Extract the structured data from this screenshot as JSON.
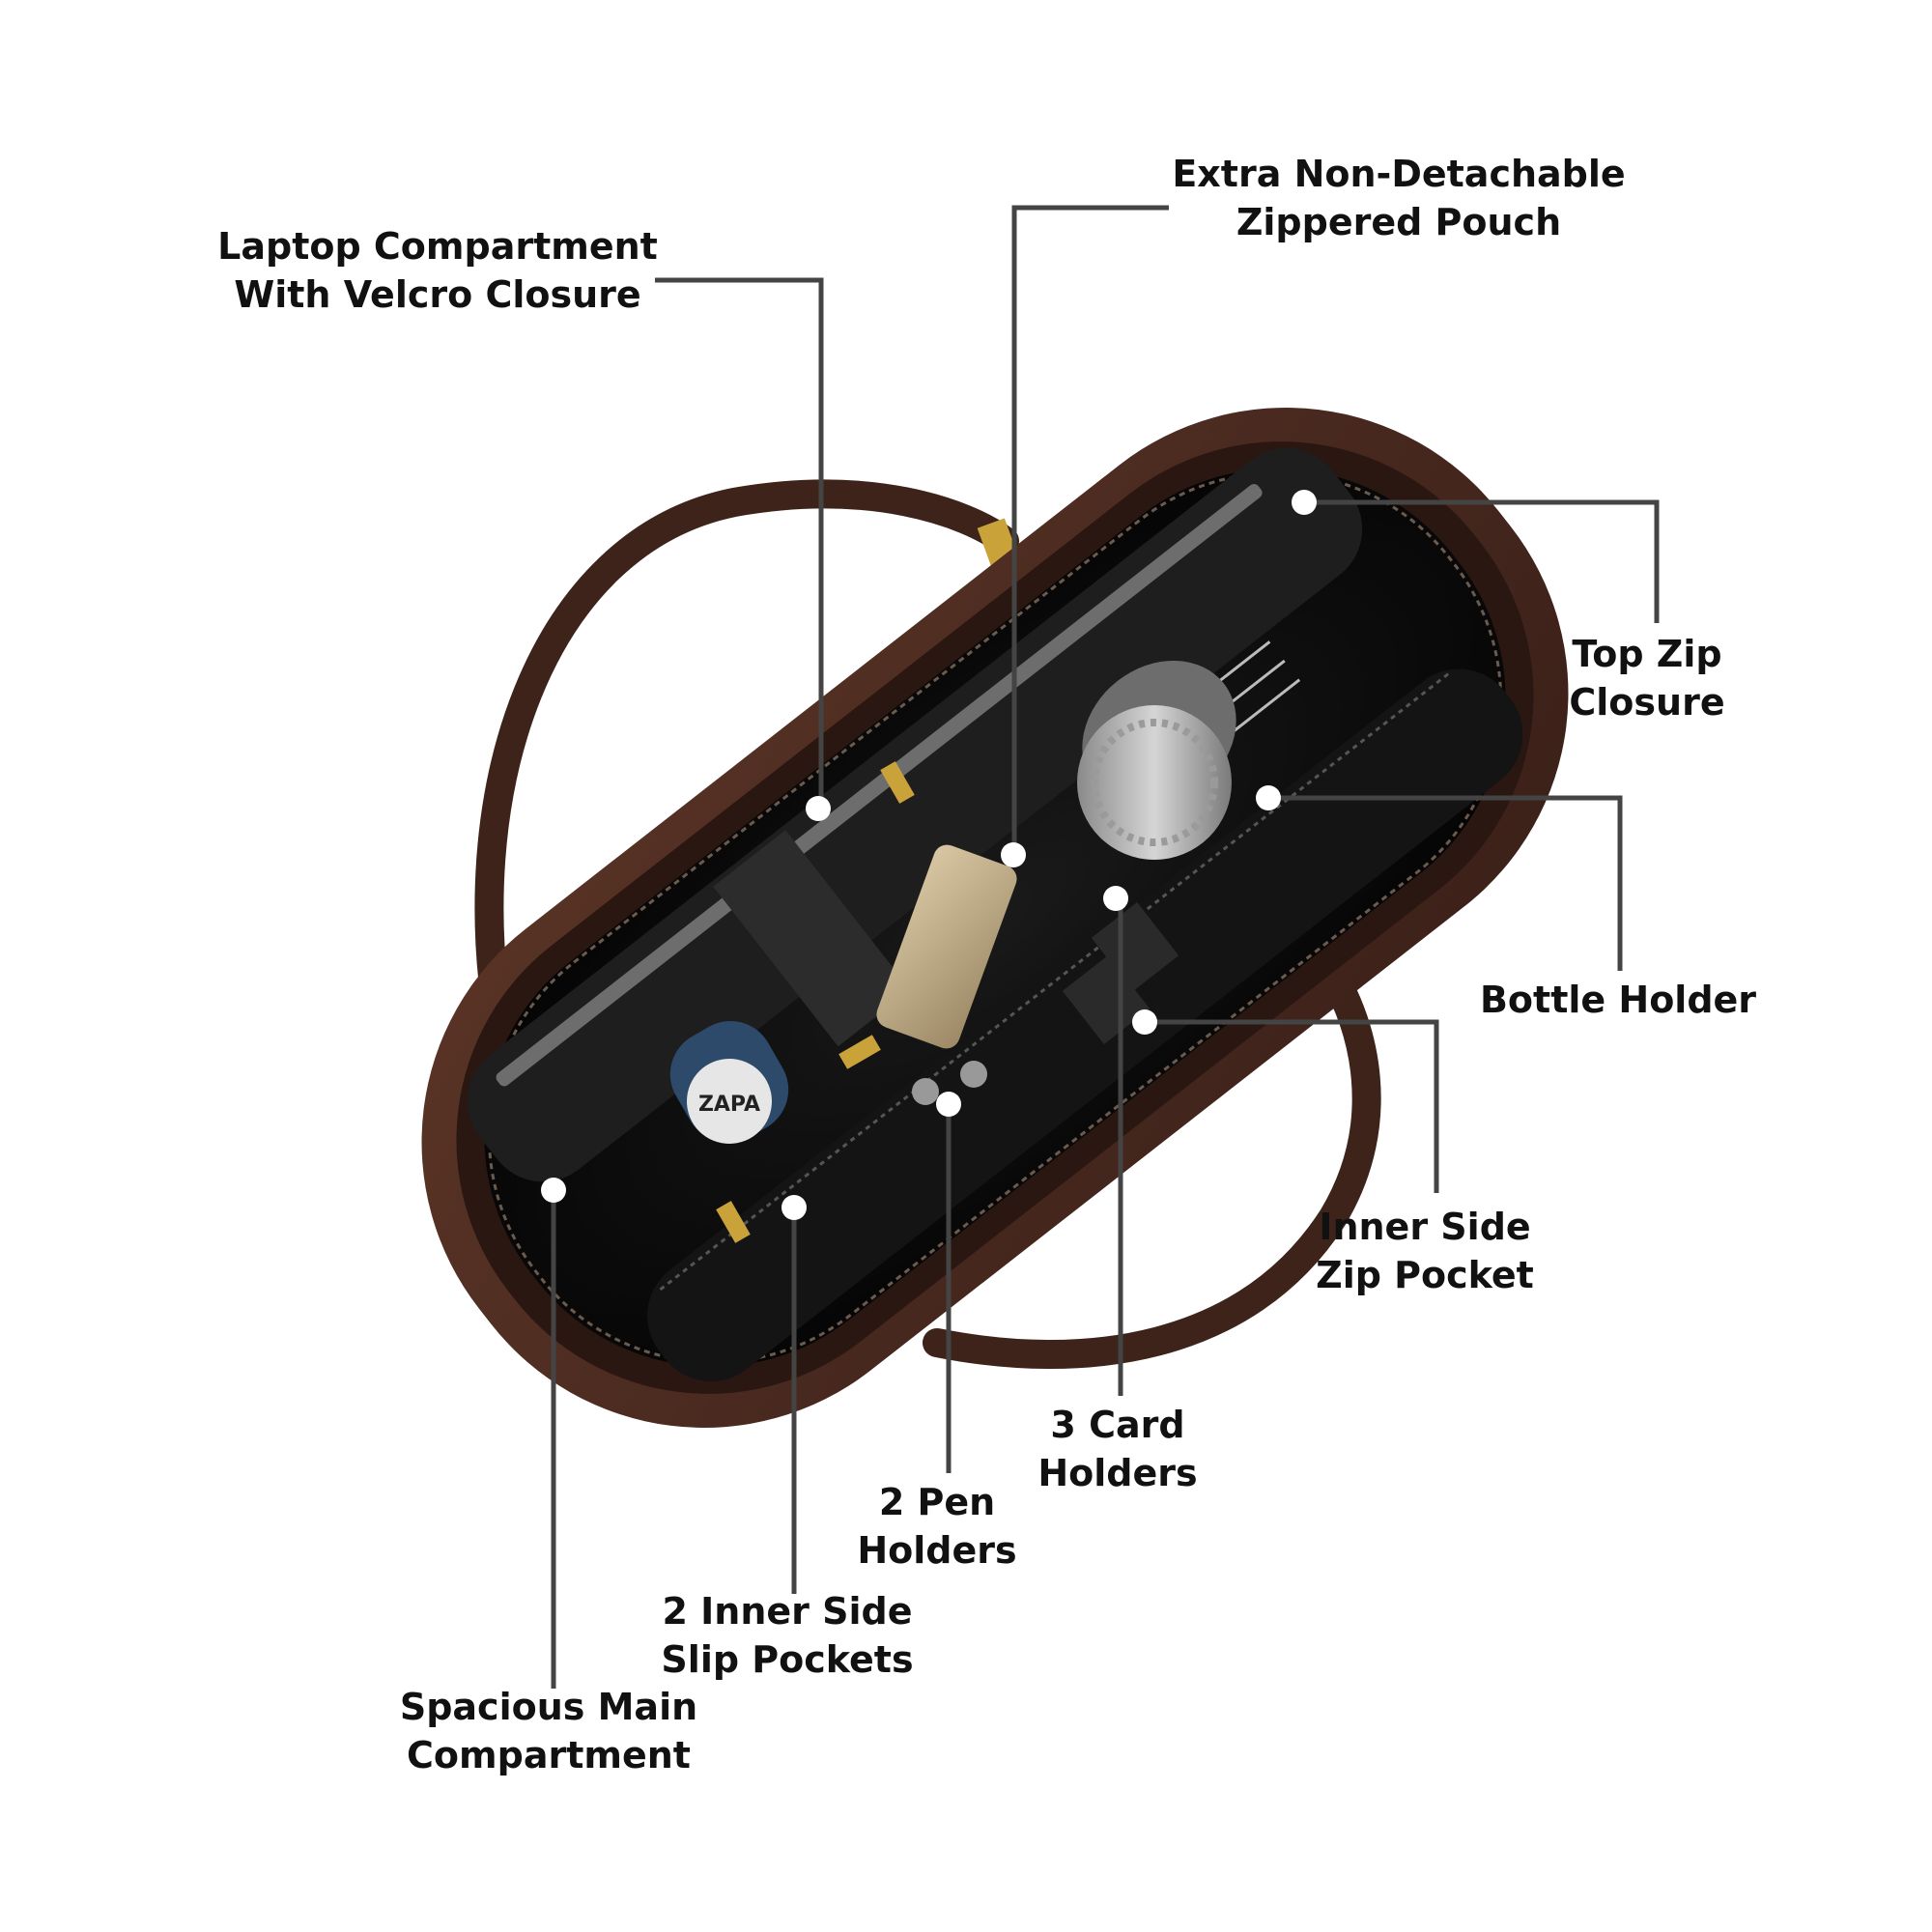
{
  "colors": {
    "background": "#ffffff",
    "leader_line": "#444444",
    "bag_leather": "#4a2a1f",
    "bag_interior": "#0b0b0b",
    "lining": "#1b1b1b",
    "hardware": "#c9a23a",
    "callout_dot": "#ffffff"
  },
  "callouts": [
    {
      "id": "laptop-compartment",
      "line1": "Laptop Compartment",
      "line2": "With Velcro Closure"
    },
    {
      "id": "extra-pouch",
      "line1": "Extra Non-Detachable",
      "line2": "Zippered Pouch"
    },
    {
      "id": "top-zip",
      "line1": "Top Zip",
      "line2": "Closure"
    },
    {
      "id": "bottle-holder",
      "line1": "Bottle Holder",
      "line2": ""
    },
    {
      "id": "inner-side-zip",
      "line1": "Inner Side",
      "line2": "Zip Pocket"
    },
    {
      "id": "card-holders",
      "line1": "3 Card",
      "line2": "Holders"
    },
    {
      "id": "pen-holders",
      "line1": "2 Pen",
      "line2": "Holders"
    },
    {
      "id": "slip-pockets",
      "line1": "2 Inner Side",
      "line2": "Slip Pockets"
    },
    {
      "id": "main-compartment",
      "line1": "Spacious Main",
      "line2": "Compartment"
    }
  ],
  "product_marks": {
    "bottle_brand": "ZAPA"
  }
}
